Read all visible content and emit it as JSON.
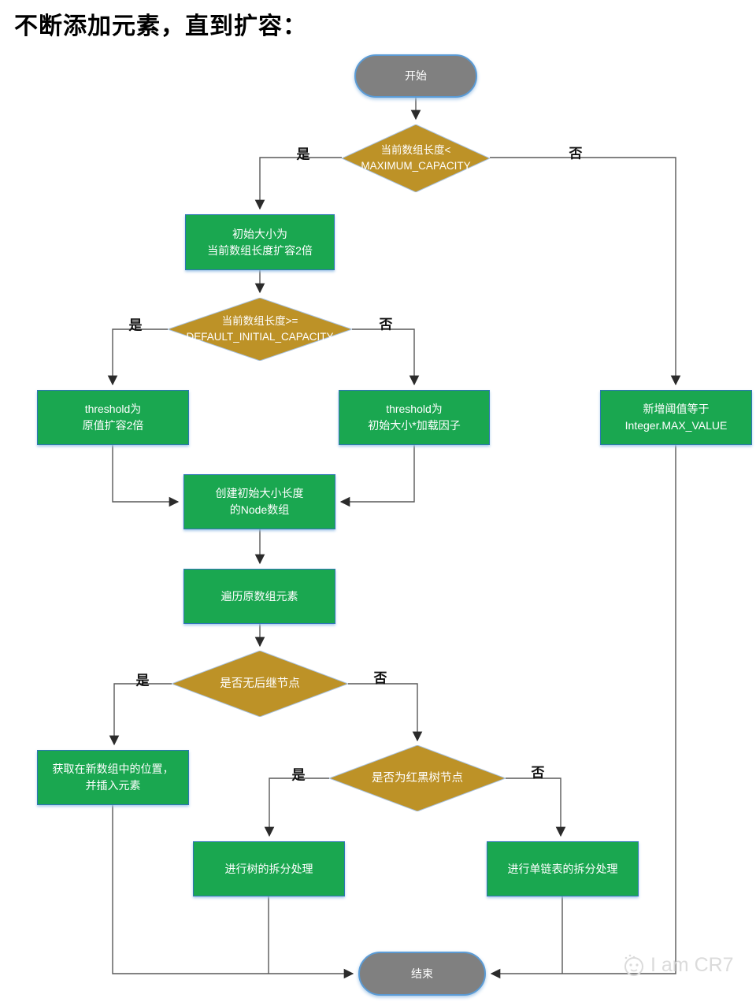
{
  "page": {
    "title": "不断添加元素，直到扩容："
  },
  "flow": {
    "start_label": "开始",
    "end_label": "结束",
    "decisions": {
      "capacity_check": "当前数组长度<\nMAXIMUM_CAPACITY",
      "initial_capacity_check": "当前数组长度>=\nDEFAULT_INITIAL_CAPACITY",
      "no_successor_check": "是否无后继节点",
      "red_black_check": "是否为红黑树节点"
    },
    "processes": {
      "double_size": "初始大小为\n当前数组长度扩容2倍",
      "threshold_double": "threshold为\n原值扩容2倍",
      "threshold_load_factor": "threshold为\n初始大小*加载因子",
      "threshold_max": "新增阈值等于\nInteger.MAX_VALUE",
      "create_node_array": "创建初始大小长度\n的Node数组",
      "iterate_elements": "遍历原数组元素",
      "insert_element": "获取在新数组中的位置，\n并插入元素",
      "split_tree": "进行树的拆分处理",
      "split_linked_list": "进行单链表的拆分处理"
    },
    "branch_labels": {
      "yes": "是",
      "no": "否"
    }
  },
  "watermark": {
    "text": "I am CR7"
  },
  "colors": {
    "process_fill": "#1AA750",
    "decision_fill": "#BD9227",
    "terminal_fill": "#808080",
    "terminal_border": "#5B9BD5",
    "process_border": "#2E75B6",
    "connector": "#595959",
    "branch_label": "#111111",
    "watermark": "#DBDBDB"
  }
}
